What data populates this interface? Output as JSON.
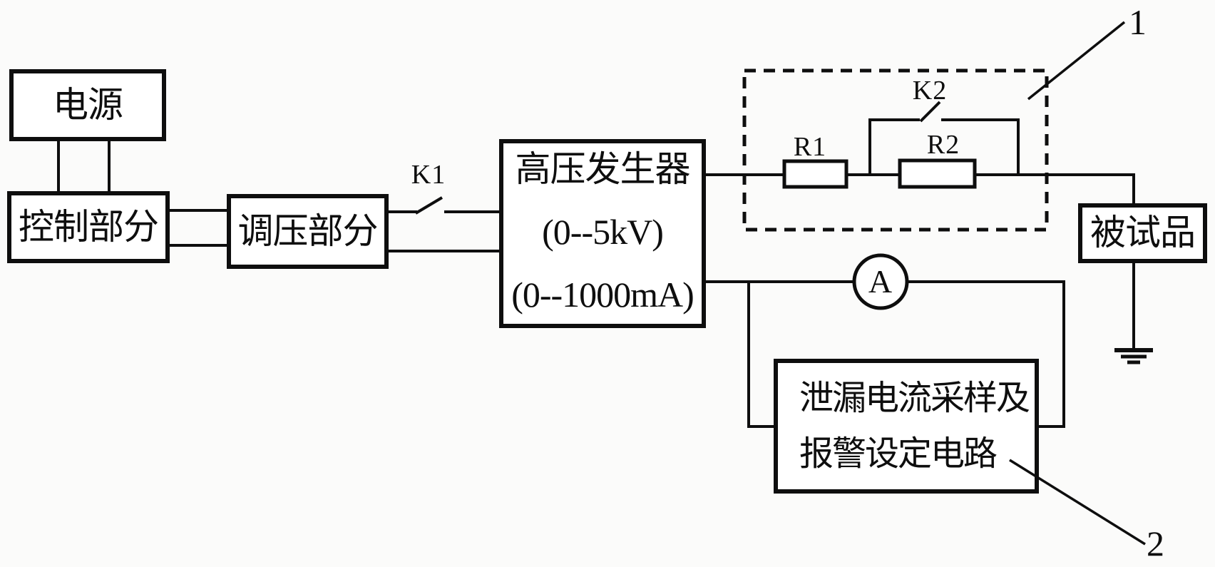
{
  "colors": {
    "background": "#fbfbfa",
    "ink": "#0e0e0e"
  },
  "boxes": {
    "power": {
      "label": "电源"
    },
    "control": {
      "label": "控制部分"
    },
    "regulator": {
      "label": "调压部分"
    },
    "hv_generator": {
      "title": "高压发生器",
      "voltage_range": "(0--5kV)",
      "current_range": "(0--1000mA)"
    },
    "device_under_test": {
      "label": "被试品"
    },
    "leakage_alarm": {
      "line1": "泄漏电流采样及",
      "line2": "报警设定电路"
    }
  },
  "component_labels": {
    "switch_k1": "K1",
    "switch_k2": "K2",
    "resistor_r1": "R1",
    "resistor_r2": "R2",
    "ammeter": "A"
  },
  "callouts": {
    "module1": "1",
    "module2": "2"
  }
}
